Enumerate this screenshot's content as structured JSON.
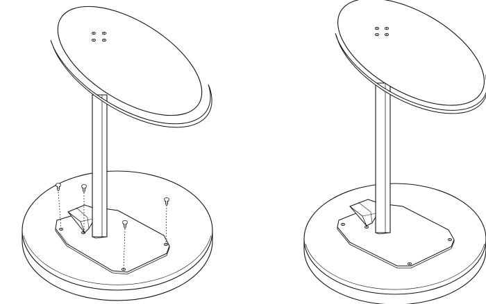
{
  "diagram": {
    "panels": [
      {
        "id": "before",
        "screws_shown": 4,
        "screw_state": "exploded"
      },
      {
        "id": "after",
        "screws_shown": 4,
        "screw_state": "installed"
      }
    ],
    "colors": {
      "line": "#111111",
      "fill": "#ffffff",
      "shade": "#d9d9d9"
    },
    "icons": [
      "table-top",
      "support-column",
      "base-plate",
      "mounting-bracket",
      "screw-icon"
    ]
  }
}
